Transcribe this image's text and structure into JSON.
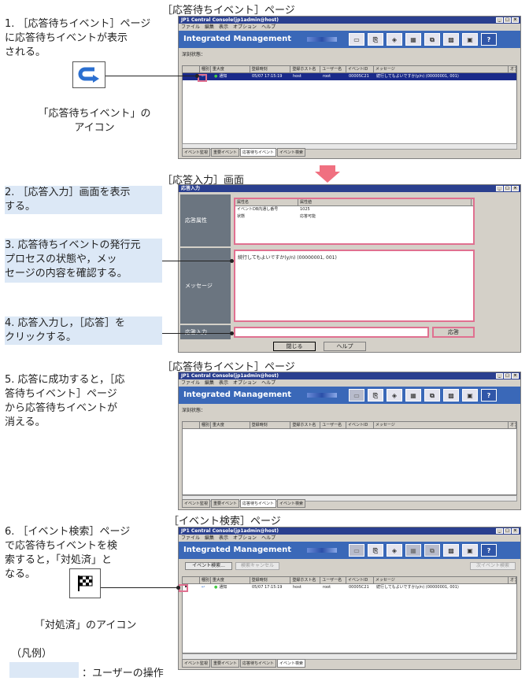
{
  "steps": [
    {
      "text": "1. ［応答待ちイベント］ページ\nに応答待ちイベントが表示\nされる。"
    },
    {
      "text": "2. ［応答入力］画面を表示\nする。"
    },
    {
      "text": "3. 応答待ちイベントの発行元\nプロセスの状態や，メッ\nセージの内容を確認する。"
    },
    {
      "text": "4. 応答入力し，［応答］を\nクリックする。"
    },
    {
      "text": "5. 応答に成功すると，［応\n答待ちイベント］ページ\nから応答待ちイベントが\n消える。"
    },
    {
      "text": "6. ［イベント検索］ページ\nで応答待ちイベントを検\n索すると，「対処済」と\nなる。"
    }
  ],
  "captions": {
    "reply_icon": "「応答待ちイベント」の\nアイコン",
    "done_icon": "「対処済」のアイコン",
    "legend_title": "（凡例）",
    "legend_text": "：ユーザーの操作"
  },
  "page_titles": {
    "p1": "［応答待ちイベント］ページ",
    "p2": "［応答入力］画面",
    "p3": "［応答待ちイベント］ページ",
    "p4": "［イベント検索］ページ"
  },
  "console": {
    "title": "JP1 Central Console(jp1admin@host)",
    "menu": [
      "ファイル",
      "編集",
      "表示",
      "オプション",
      "ヘルプ"
    ],
    "banner": "Integrated Management",
    "status_label": "深刻状態：",
    "columns": [
      "種別",
      "重大度",
      "登録時刻",
      "登録ホスト名",
      "ユーザー名",
      "イベントID",
      "メッセージ",
      "オブ"
    ],
    "row": {
      "severity": "通知",
      "time": "05/07 17:15:19",
      "host": "host",
      "user": "root",
      "event_id": "00005C21",
      "message": "続行してもよいですか(y/n) (00000001, 001)"
    },
    "tabs": [
      "イベント監視",
      "重要イベント",
      "応答待ちイベント",
      "イベント検索"
    ],
    "search_buttons": [
      "イベント検索...",
      "検索キャンセル",
      "次イベント検索"
    ]
  },
  "dialog": {
    "title": "応答入力",
    "col_name": "属性名",
    "col_value": "属性値",
    "attr_label": "応答属性",
    "attrs": [
      {
        "name": "イベントDB内通し番号",
        "value": "1025"
      },
      {
        "name": "状態",
        "value": "応答可能"
      }
    ],
    "message_label": "メッセージ",
    "message": "続行してもよいですか(y/n) (00000001, 001)",
    "input_label": "応答入力",
    "reply_button": "応答",
    "close_button": "閉じる",
    "help_button": "ヘルプ"
  },
  "colors": {
    "highlight": "#dce8f6",
    "banner": "#3a68b8",
    "red_box": "#e07090",
    "arrow": "#f07080"
  }
}
